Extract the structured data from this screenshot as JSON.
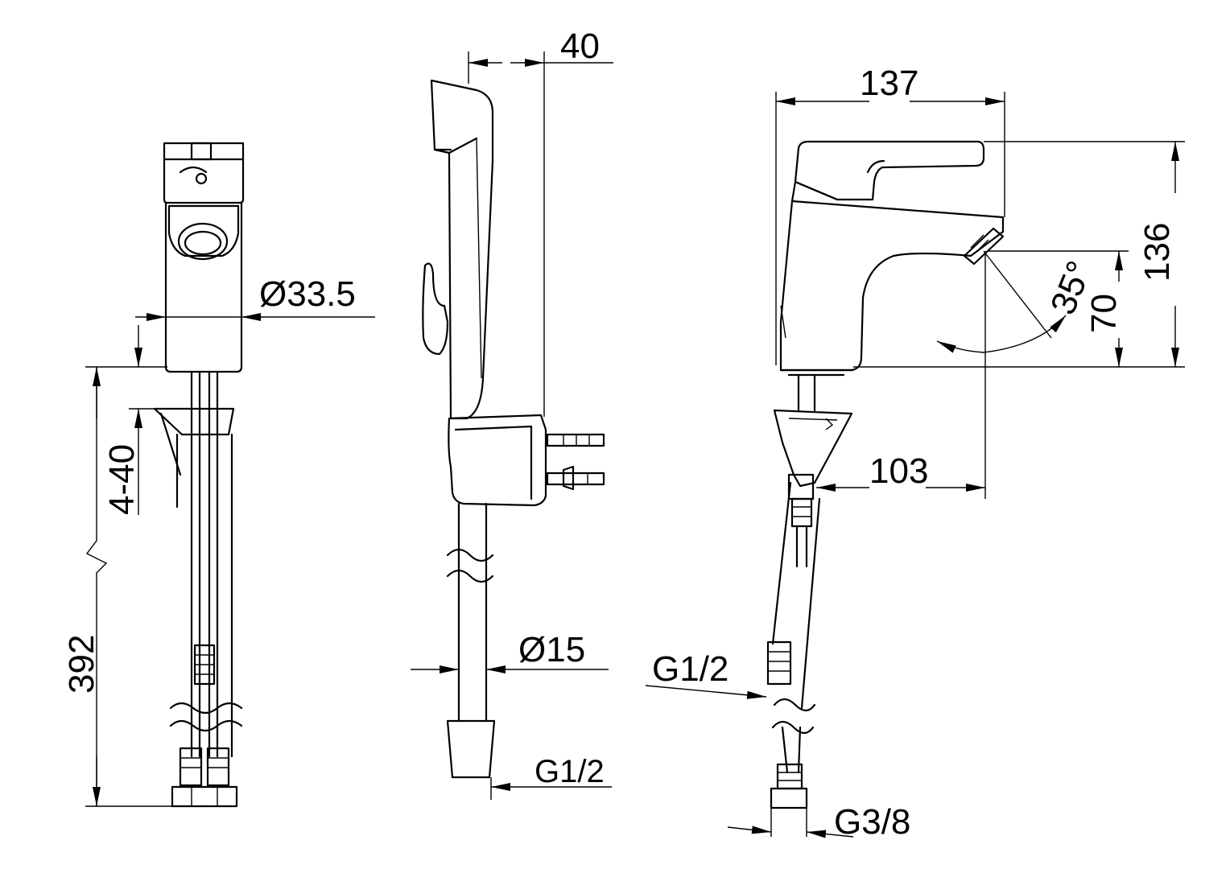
{
  "colors": {
    "line": "#000000",
    "background": "#ffffff"
  },
  "front_view": {
    "dim_diameter": "Ø33.5",
    "dim_range": "4-40",
    "dim_length": "392"
  },
  "side_view": {
    "dim_depth": "40",
    "dim_hose_diameter": "Ø15",
    "dim_thread": "G1/2"
  },
  "profile_view": {
    "dim_width": "137",
    "dim_height": "136",
    "dim_spout_height": "70",
    "dim_angle": "35°",
    "dim_reach": "103",
    "dim_thread_inlet": "G1/2",
    "dim_thread_connector": "G3/8"
  }
}
